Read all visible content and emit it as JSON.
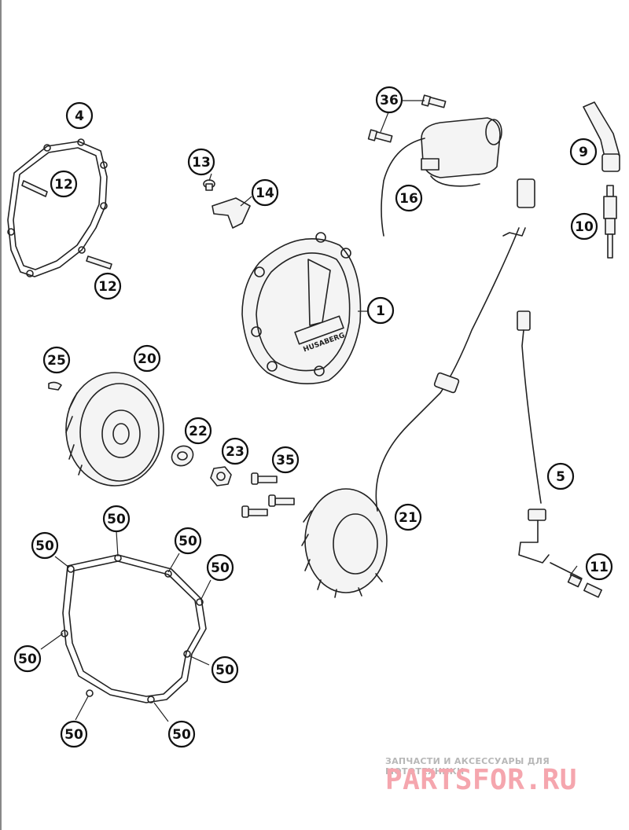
{
  "callouts": [
    {
      "id": "c1",
      "label": "1"
    },
    {
      "id": "c4",
      "label": "4"
    },
    {
      "id": "c5",
      "label": "5"
    },
    {
      "id": "c9",
      "label": "9"
    },
    {
      "id": "c10",
      "label": "10"
    },
    {
      "id": "c11",
      "label": "11"
    },
    {
      "id": "c12a",
      "label": "12"
    },
    {
      "id": "c12b",
      "label": "12"
    },
    {
      "id": "c13",
      "label": "13"
    },
    {
      "id": "c14",
      "label": "14"
    },
    {
      "id": "c16",
      "label": "16"
    },
    {
      "id": "c20",
      "label": "20"
    },
    {
      "id": "c21",
      "label": "21"
    },
    {
      "id": "c22",
      "label": "22"
    },
    {
      "id": "c23",
      "label": "23"
    },
    {
      "id": "c25",
      "label": "25"
    },
    {
      "id": "c35",
      "label": "35"
    },
    {
      "id": "c36",
      "label": "36"
    },
    {
      "id": "c50a",
      "label": "50"
    },
    {
      "id": "c50b",
      "label": "50"
    },
    {
      "id": "c50c",
      "label": "50"
    },
    {
      "id": "c50d",
      "label": "50"
    },
    {
      "id": "c50e",
      "label": "50"
    },
    {
      "id": "c50f",
      "label": "50"
    },
    {
      "id": "c50g",
      "label": "50"
    },
    {
      "id": "c50h",
      "label": "50"
    }
  ],
  "cover_brand": "HUSABERG",
  "watermark": {
    "tagline": "ЗАПЧАСТИ И АКСЕССУАРЫ ДЛЯ МОТОТЕХНИКИ",
    "logo": "PARTSFOR.RU",
    "colors": {
      "tagline": "#b7b7b7",
      "logo": "#f5a6ae"
    }
  }
}
